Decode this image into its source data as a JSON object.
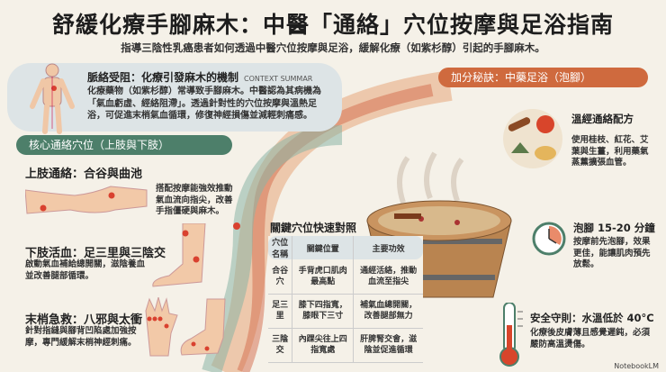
{
  "header": {
    "title": "舒緩化療手腳麻木：中醫「通絡」穴位按摩與足浴指南",
    "subtitle": "指導三陰性乳癌患者如何透過中醫穴位按摩與足浴，緩解化療（如紫杉醇）引起的手腳麻木。"
  },
  "context": {
    "title": "脈絡受阻：化療引發麻木的機制",
    "tag": "CONTEXT SUMMAR",
    "body": "化療藥物（如紫杉醇）常導致手腳麻木。中醫認為其病機為「氣血虧虛、經絡阻滯」。透過針對性的穴位按摩與溫熱足浴，可促進末梢氣血循環，修復神經損傷並減輕刺痛感。"
  },
  "acupoints": {
    "section_label": "核心通絡穴位（上肢與下肢）",
    "items": [
      {
        "title": "上肢通絡：合谷與曲池",
        "text": "搭配按摩能強效推動氣血流向指尖，改善手指僵硬與麻木。"
      },
      {
        "title": "下肢活血：足三里與三陰交",
        "text": "啟動氣血補給總開關，滋陰養血並改善腿部循環。"
      },
      {
        "title": "末梢急救：八邪與太衝",
        "text": "針對指縫與腳背凹陷處加強按摩，專門緩解末梢神經刺痛。"
      }
    ]
  },
  "table": {
    "title": "關鍵穴位快速對照",
    "headers": [
      "穴位名稱",
      "關鍵位置",
      "主要功效"
    ],
    "rows": [
      [
        "合谷穴",
        "手背虎口肌肉最高點",
        "通經活絡，推動血流至指尖"
      ],
      [
        "足三里",
        "膝下四指寬，膝眼下三寸",
        "補氣血總開關，改善腿部無力"
      ],
      [
        "三陰交",
        "內踝尖往上四指寬處",
        "肝脾腎交會，滋陰並促進循環"
      ]
    ]
  },
  "footbath": {
    "section_label": "加分秘訣：中藥足浴（泡腳）",
    "recipe": {
      "title": "溫經通絡配方",
      "text": "使用桂枝、紅花、艾葉與生薑，利用藥氣蒸薰擴張血管。"
    },
    "timing": {
      "title": "泡腳 15-20 分鐘",
      "text": "按摩前先泡腳，效果更佳，能讓肌肉預先放鬆。"
    },
    "safety": {
      "title": "安全守則：水溫低於 40°C",
      "text": "化療後皮膚薄且感覺遲鈍，必須嚴防高溫燙傷。"
    }
  },
  "brand": "NotebookLM",
  "colors": {
    "green": "#4d7f6a",
    "orange": "#cf6a3e",
    "panel": "#dde4e6",
    "background": "#f5f1e8",
    "acupoint": "#d9412f"
  }
}
